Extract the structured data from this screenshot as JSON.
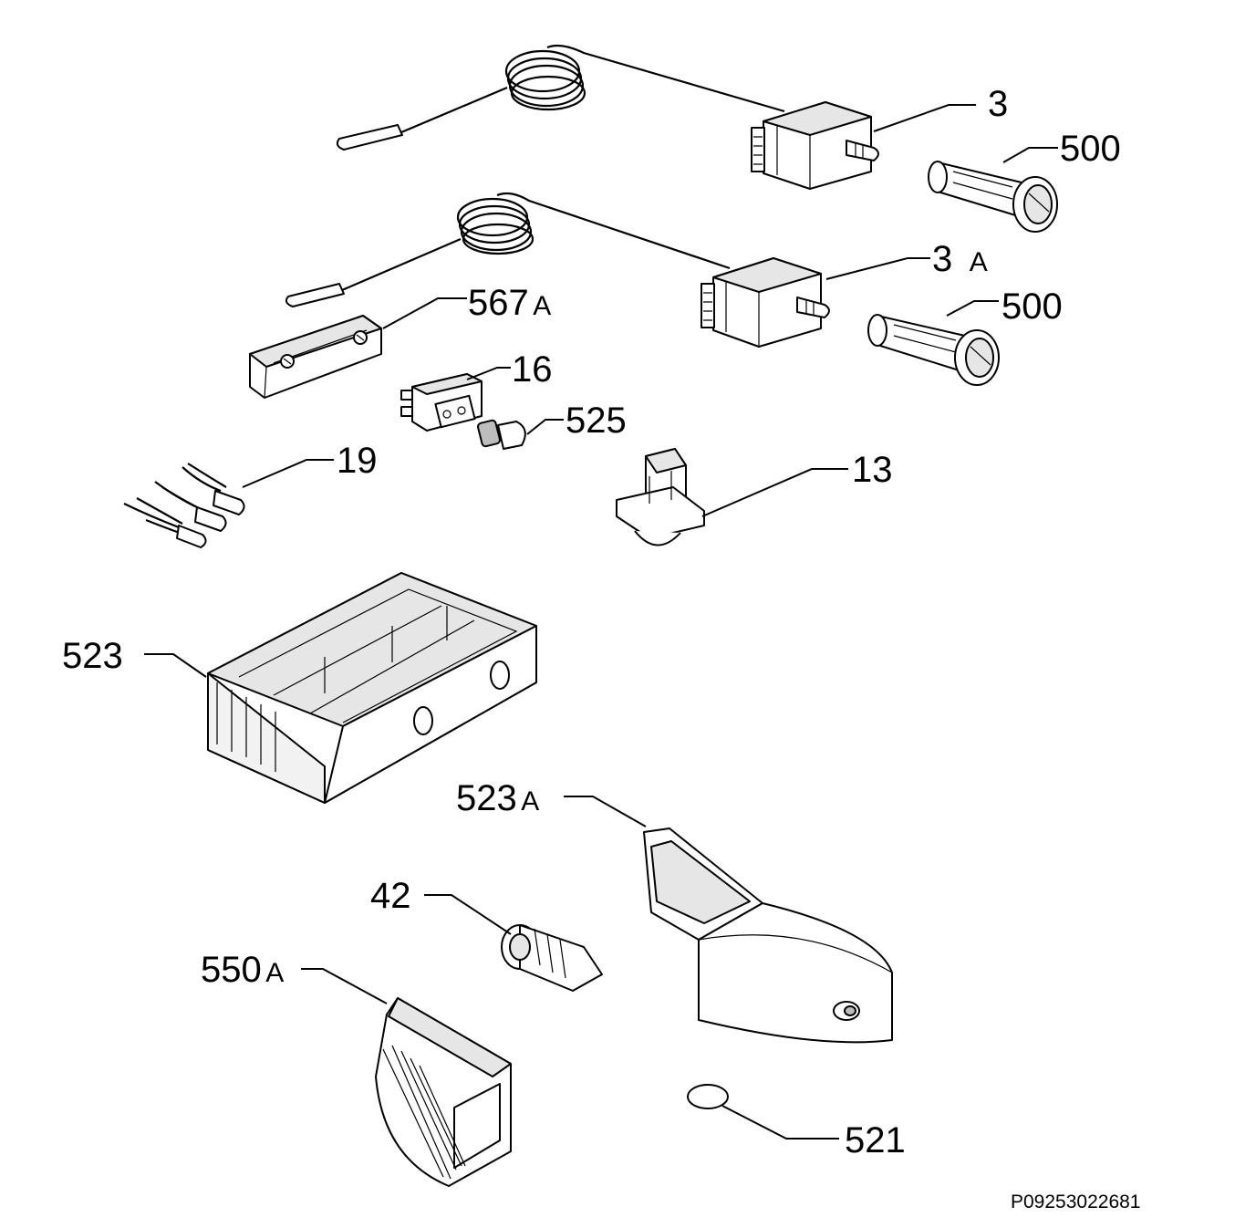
{
  "labels": {
    "p3": "3",
    "p500a": "500",
    "p3a_num": "3",
    "p3a_sfx": "A",
    "p500b": "500",
    "p567_num": "567",
    "p567_sfx": "A",
    "p16": "16",
    "p525": "525",
    "p19": "19",
    "p13": "13",
    "p523": "523",
    "p523a_num": "523",
    "p523a_sfx": "A",
    "p42": "42",
    "p550_num": "550",
    "p550_sfx": "A",
    "p521": "521"
  },
  "drawing_code": "P09253022681"
}
